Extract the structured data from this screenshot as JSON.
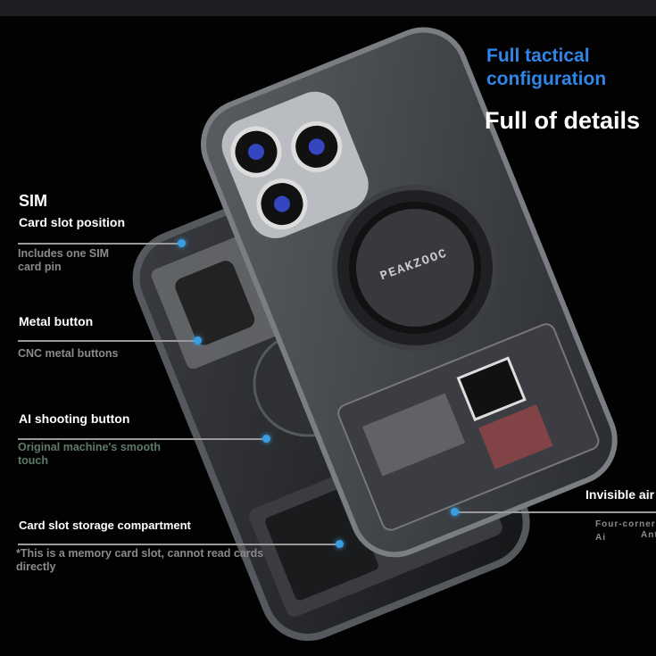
{
  "headline": {
    "blue_line1": "Full tactical",
    "blue_line2": "configuration",
    "white": "Full of details"
  },
  "brand_on_ring": "PEAKZOOC",
  "callouts": [
    {
      "title_top": "SIM",
      "title": "Card slot position",
      "desc": "Includes one SIM card pin"
    },
    {
      "title": "Metal button",
      "desc": "CNC metal buttons"
    },
    {
      "title": "AI shooting button",
      "desc": "Original machine's smooth touch"
    },
    {
      "title": "Card slot storage compartment",
      "desc": "*This is a memory card slot, cannot read cards directly"
    },
    {
      "title": "Invisible air",
      "desc_line1": "Four-corner Ai",
      "desc_line2": "Ant"
    }
  ],
  "colors": {
    "accent_blue": "#2f86e6",
    "dot": "#3a9de0",
    "desc_green": "#5d7a68"
  }
}
